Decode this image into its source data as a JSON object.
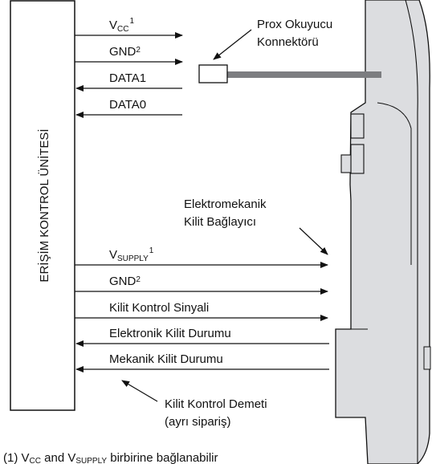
{
  "controller_label": "ERİŞİM KONTROL ÜNİTESİ",
  "signals_top": {
    "vcc_main": "V",
    "vcc_sub": "CC",
    "vcc_sup": "1",
    "gnd_main": "GND",
    "gnd_sup": "2",
    "data1": "DATA1",
    "data0": "DATA0"
  },
  "prox_connector": {
    "line1": "Prox Okuyucu",
    "line2": "Konnektörü"
  },
  "lock_connector": {
    "line1": "Elektromekanik",
    "line2": "Kilit Bağlayıcı"
  },
  "signals_bottom": {
    "vsupply_main": "V",
    "vsupply_sub": "SUPPLY",
    "vsupply_sup": "1",
    "gnd_main": "GND",
    "gnd_sup": "2",
    "lock_control": "Kilit Kontrol Sinyali",
    "electronic_status": "Elektronik Kilit Durumu",
    "mechanical_status": "Mekanik Kilit Durumu"
  },
  "harness": {
    "line1": "Kilit Kontrol Demeti",
    "line2": "(ayrı sipariş)"
  },
  "footnote": {
    "prefix": "(1) V",
    "vcc_sub": "CC",
    "middle": " and V",
    "vsupply_sub": "SUPPLY",
    "suffix": " birbirine bağlanabilir"
  }
}
